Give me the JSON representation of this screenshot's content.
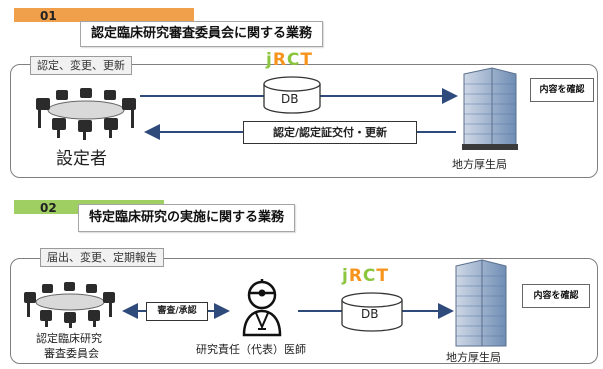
{
  "section1": {
    "num": "01",
    "title": "認定臨床研究審査委員会に関する業務",
    "tag": "認定、変更、更新",
    "db_label": "DB",
    "jrct": {
      "j": "j",
      "r": "R",
      "c": "C",
      "t": "T"
    },
    "bubble_right": "内容を確認",
    "action_box": "認定/認定証交付・更新",
    "actor_left": "設定者",
    "actor_right": "地方厚生局"
  },
  "section2": {
    "num": "02",
    "title": "特定臨床研究の実施に関する業務",
    "tag": "届出、変更、定期報告",
    "db_label": "DB",
    "jrct": {
      "j": "j",
      "r": "R",
      "c": "C",
      "t": "T"
    },
    "bubble_right": "内容を確認",
    "small_box": "審査/承認",
    "actor_left_line1": "認定臨床研究",
    "actor_left_line2": "審査委員会",
    "actor_mid": "研究責任（代表）医師",
    "actor_right": "地方厚生局"
  },
  "colors": {
    "orange": "#f0a04b",
    "green": "#9fcf63",
    "navy": "#2f4b7c"
  }
}
